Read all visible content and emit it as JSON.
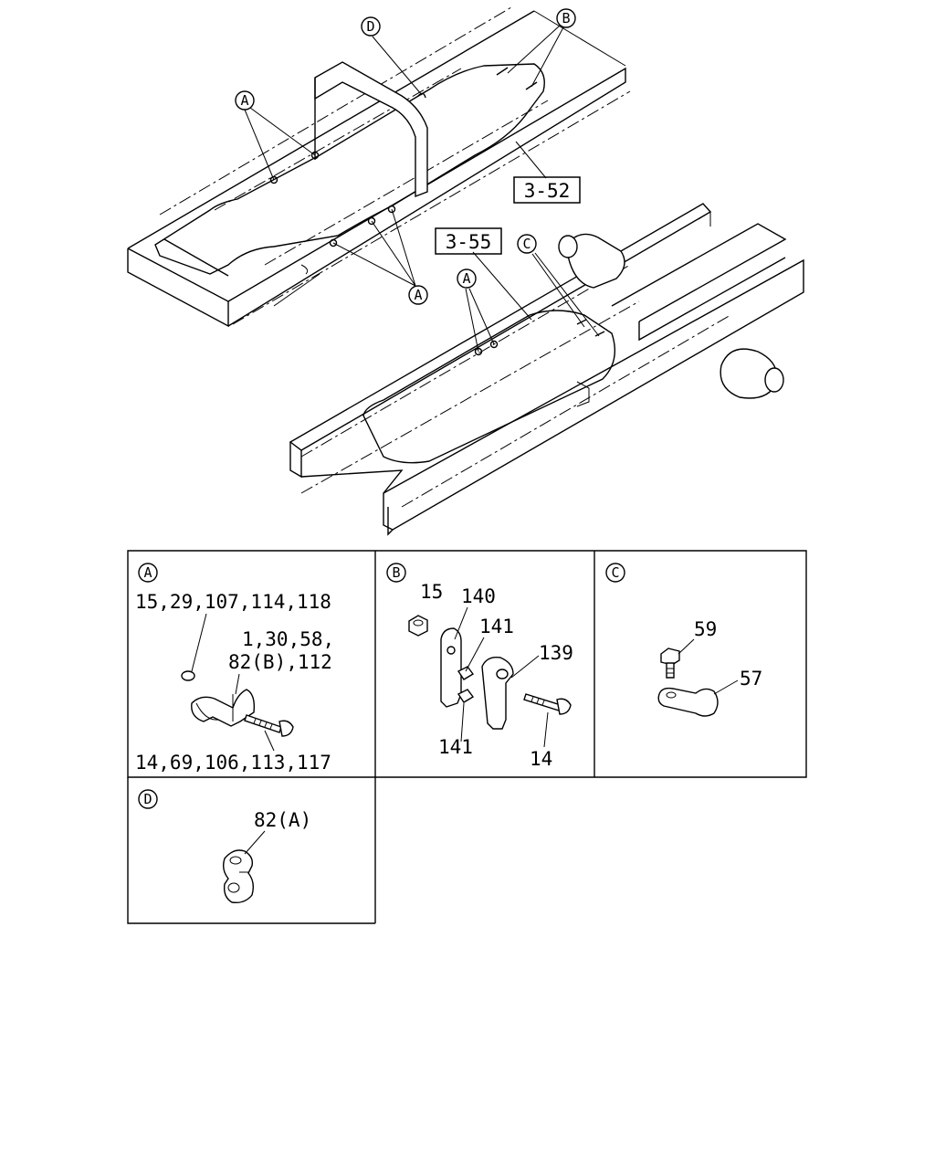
{
  "callouts": {
    "A": "A",
    "B": "B",
    "C": "C",
    "D": "D"
  },
  "refs": {
    "r1": "3-52",
    "r2": "3-55"
  },
  "detail_A": {
    "letter": "A",
    "p1": "15,29,107,114,118",
    "p2a": "1,30,58,",
    "p2b": "82(B),112",
    "p3": "14,69,106,113,117"
  },
  "detail_B": {
    "letter": "B",
    "p15": "15",
    "p140": "140",
    "p141a": "141",
    "p139": "139",
    "p141b": "141",
    "p14": "14"
  },
  "detail_C": {
    "letter": "C",
    "p59": "59",
    "p57": "57"
  },
  "detail_D": {
    "letter": "D",
    "p82a": "82(A)"
  }
}
